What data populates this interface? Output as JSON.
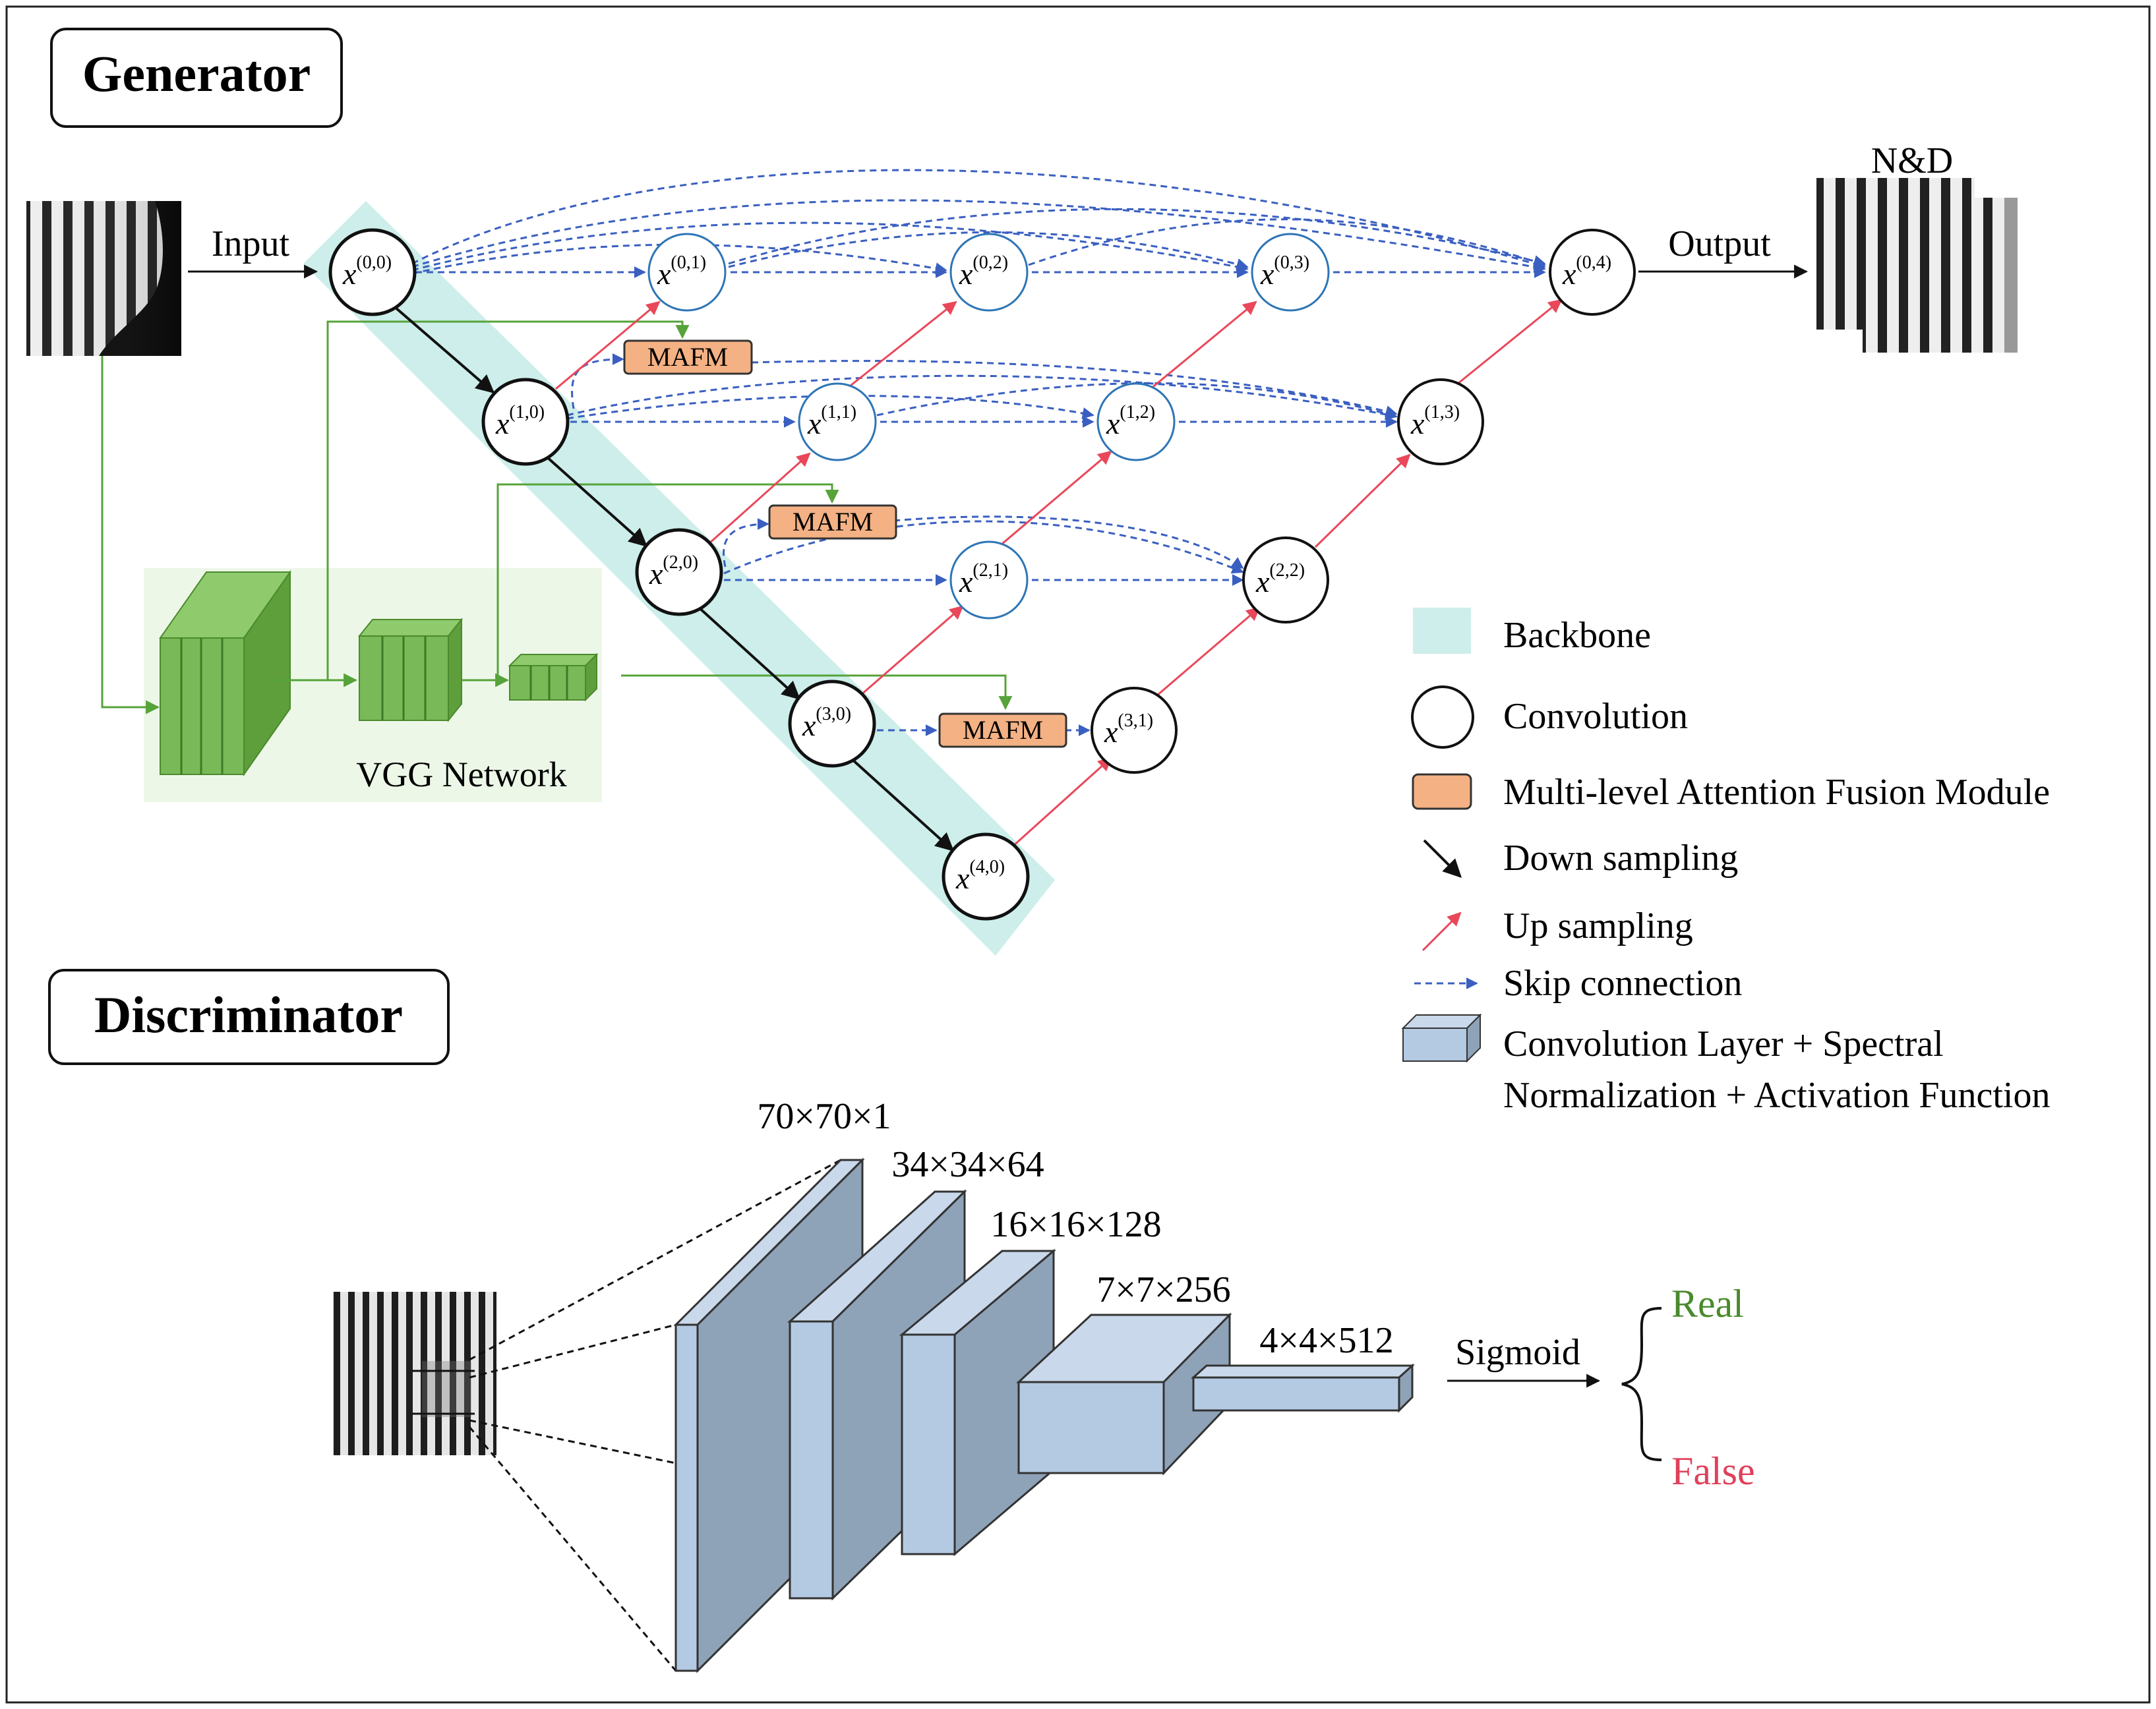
{
  "generator": {
    "title": "Generator",
    "input_label": "Input",
    "output_label": "Output",
    "output_caption": "N&D",
    "vgg_label": "VGG Network",
    "mafm_label": "MAFM",
    "node_base": "x",
    "nodes": [
      {
        "sup": "(0,0)",
        "style": "backbone"
      },
      {
        "sup": "(1,0)",
        "style": "backbone"
      },
      {
        "sup": "(2,0)",
        "style": "backbone"
      },
      {
        "sup": "(3,0)",
        "style": "backbone"
      },
      {
        "sup": "(4,0)",
        "style": "backbone"
      },
      {
        "sup": "(0,1)",
        "style": "blue"
      },
      {
        "sup": "(1,1)",
        "style": "blue"
      },
      {
        "sup": "(2,1)",
        "style": "blue"
      },
      {
        "sup": "(0,2)",
        "style": "blue"
      },
      {
        "sup": "(0,3)",
        "style": "blue"
      },
      {
        "sup": "(1,2)",
        "style": "blue"
      },
      {
        "sup": "(0,4)",
        "style": "black"
      },
      {
        "sup": "(1,3)",
        "style": "black"
      },
      {
        "sup": "(2,2)",
        "style": "black"
      },
      {
        "sup": "(3,1)",
        "style": "black"
      }
    ]
  },
  "legend": {
    "items": [
      {
        "label": "Backbone",
        "icon": "teal-rect"
      },
      {
        "label": "Convolution",
        "icon": "circle"
      },
      {
        "label": "Multi-level Attention Fusion Module",
        "icon": "orange-rect"
      },
      {
        "label": "Down sampling",
        "icon": "black-arrow"
      },
      {
        "label": "Up sampling",
        "icon": "red-arrow"
      },
      {
        "label": "Skip connection",
        "icon": "blue-dashed-arrow"
      },
      {
        "label": "Convolution Layer + Spectral",
        "label2": "Normalization + Activation Function",
        "icon": "blue-box"
      }
    ]
  },
  "discriminator": {
    "title": "Discriminator",
    "layer_labels": [
      "70×70×1",
      "34×34×64",
      "16×16×128",
      "7×7×256",
      "4×4×512"
    ],
    "sigmoid_label": "Sigmoid",
    "real_label": "Real",
    "false_label": "False"
  },
  "colors": {
    "backbone": "#cdeeea",
    "mafm_fill": "#f4b183",
    "skip": "#3a5fc1",
    "up": "#e9485a",
    "down": "#111111",
    "vgg": "#6aa84f",
    "conv_layer": "#b4c9e2",
    "real": "#4a8a2c",
    "false": "#e0405a"
  }
}
